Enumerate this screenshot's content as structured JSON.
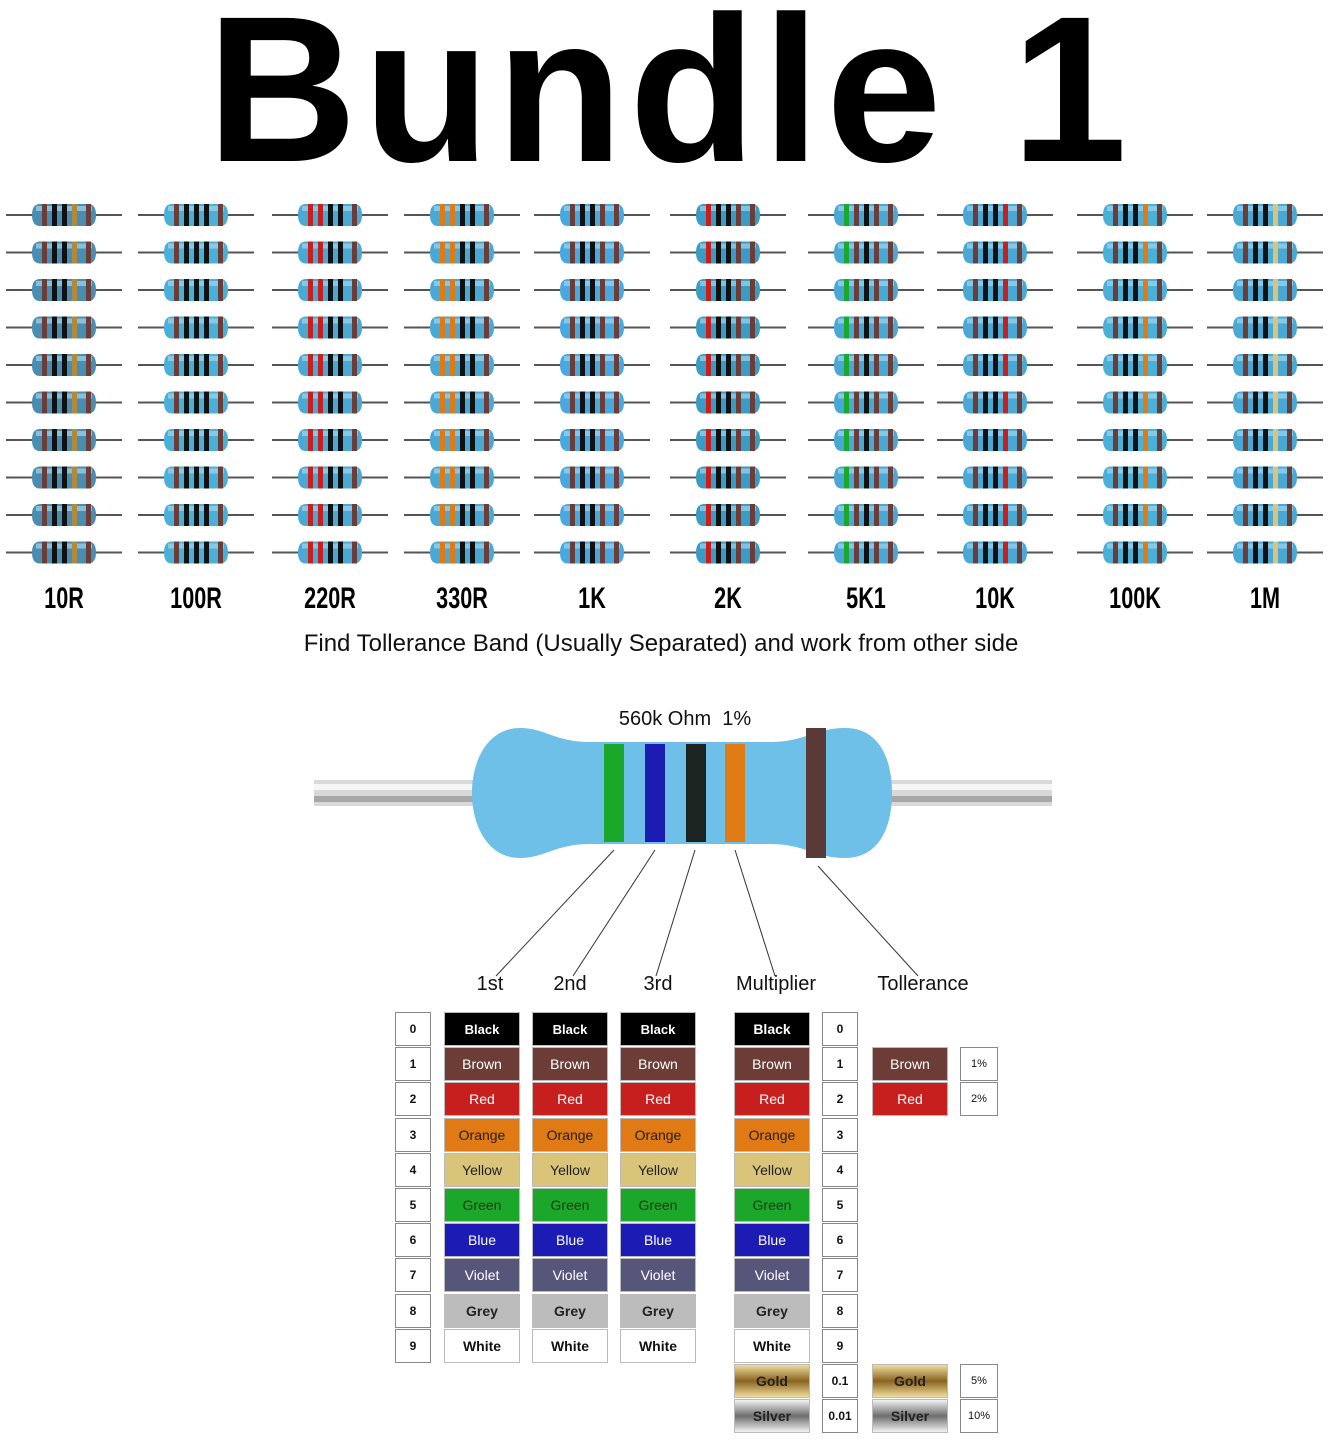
{
  "title": "Bundle 1",
  "resistor_values": [
    "10R",
    "100R",
    "220R",
    "330R",
    "1K",
    "2K",
    "5K1",
    "10K",
    "100K",
    "1M"
  ],
  "instruction": "Find Tollerance Band (Usually Separated) and work from other side",
  "example": {
    "label": "560k Ohm  1%"
  },
  "column_headers": {
    "first": "1st",
    "second": "2nd",
    "third": "3rd",
    "multiplier": "Multiplier",
    "tolerance": "Tollerance"
  },
  "digits": [
    "0",
    "1",
    "2",
    "3",
    "4",
    "5",
    "6",
    "7",
    "8",
    "9"
  ],
  "colors": [
    {
      "name": "Black",
      "hex": "#000000",
      "text": "#ffffff"
    },
    {
      "name": "Brown",
      "hex": "#6b3d36",
      "text": "#ffffff"
    },
    {
      "name": "Red",
      "hex": "#c71e1e",
      "text": "#ffffff"
    },
    {
      "name": "Orange",
      "hex": "#e07a14",
      "text": "#222222"
    },
    {
      "name": "Yellow",
      "hex": "#d9c47a",
      "text": "#222222"
    },
    {
      "name": "Green",
      "hex": "#1ba72a",
      "text": "#1a3a1a"
    },
    {
      "name": "Blue",
      "hex": "#1c1cb4",
      "text": "#ffffff"
    },
    {
      "name": "Violet",
      "hex": "#56567a",
      "text": "#ffffff"
    },
    {
      "name": "Grey",
      "hex": "#bcbcbc",
      "text": "#222222"
    },
    {
      "name": "White",
      "hex": "#ffffff",
      "text": "#111111"
    }
  ],
  "multiplier_extra": [
    {
      "name": "Gold",
      "value": "0.1",
      "hex": "#b08a3a"
    },
    {
      "name": "Silver",
      "value": "0.01",
      "hex": "#9a9a9a"
    }
  ],
  "tolerance": [
    {
      "name": "Brown",
      "value": "1%",
      "hex": "#6b3d36",
      "text": "#ffffff"
    },
    {
      "name": "Red",
      "value": "2%",
      "hex": "#c71e1e",
      "text": "#ffffff"
    },
    {
      "name": "Gold",
      "value": "5%",
      "hex": "#b08a3a",
      "text": "#111111"
    },
    {
      "name": "Silver",
      "value": "10%",
      "hex": "#9a9a9a",
      "text": "#111111"
    }
  ],
  "resistor_body_color": "#6ec0e8"
}
